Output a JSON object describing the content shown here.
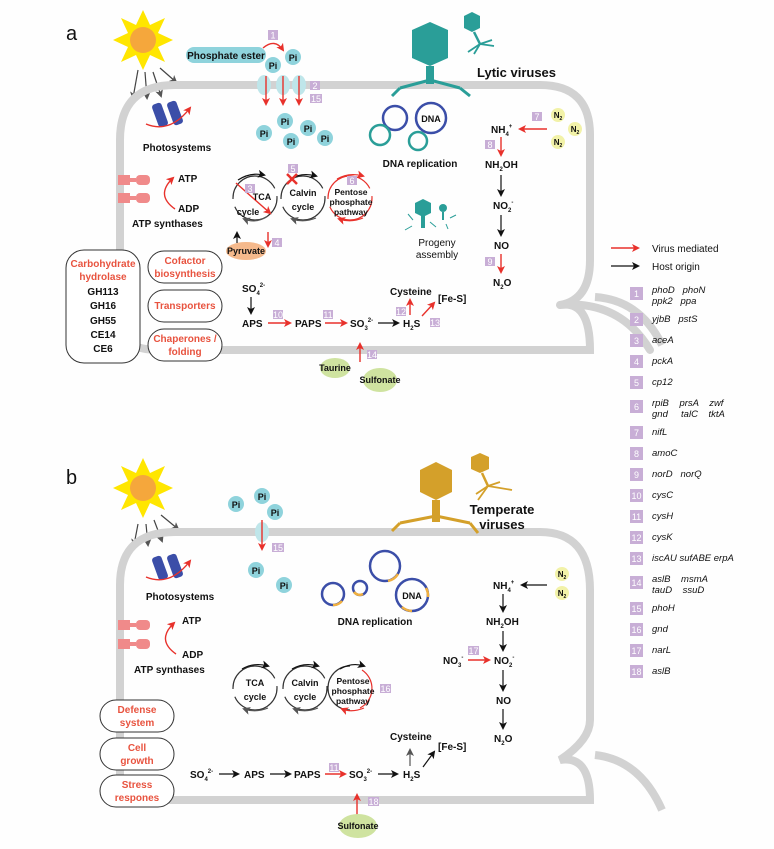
{
  "colors": {
    "virus_arrow": "#e8312b",
    "host_arrow": "#111111",
    "badge": "#c8aed6",
    "membrane": "#d2d2d2",
    "lytic_virus": "#2a9e98",
    "temperate_virus": "#d4a02a",
    "pi": "#8fd3dc",
    "n2": "#f2f2a8",
    "sulfonate": "#cfe3a0",
    "pyruvate": "#f5b98c",
    "red_text": "#e8533f",
    "photosystem": "#3b4ea8",
    "atp_synthase": "#f08a8a"
  },
  "panel_a": {
    "label": "a",
    "virus_label": "Lytic viruses",
    "phosphate_ester": "Phosphate ester",
    "pi": "Pi",
    "photosystems": "Photosystems",
    "atp": "ATP",
    "adp": "ADP",
    "atp_synthases": "ATP synthases",
    "tca_1": "TCA",
    "tca_2": "cycle",
    "calvin_1": "Calvin",
    "calvin_2": "cycle",
    "ppp_1": "Pentose",
    "ppp_2": "phosphate",
    "ppp_3": "pathway",
    "pyruvate": "Pyruvate",
    "dna": "DNA",
    "dna_replication": "DNA replication",
    "progeny_1": "Progeny",
    "progeny_2": "assembly",
    "carb_box": {
      "title_1": "Carbohydrate",
      "title_2": "hydrolase",
      "items": [
        "GH113",
        "GH16",
        "GH55",
        "CE14",
        "CE6"
      ]
    },
    "pills": [
      {
        "l1": "Cofactor",
        "l2": "biosynthesis"
      },
      {
        "l1": "Transporters",
        "l2": ""
      },
      {
        "l1": "Chaperones /",
        "l2": "folding"
      }
    ],
    "nitrogen": {
      "n2": "N",
      "n2_sub": "2",
      "nh4": "NH",
      "nh4_sub": "4",
      "nh4_sup": "+",
      "nh2oh_a": "NH",
      "nh2oh_sub": "2",
      "nh2oh_b": "OH",
      "no2": "NO",
      "no2_sub": "2",
      "no2_sup": "-",
      "no": "NO",
      "n2o_a": "N",
      "n2o_sub": "2",
      "n2o_b": "O"
    },
    "sulfur": {
      "so4": "SO",
      "so4_sub": "4",
      "so4_sup": "2-",
      "aps": "APS",
      "paps": "PAPS",
      "so3": "SO",
      "so3_sub": "3",
      "so3_sup": "2-",
      "h2s_a": "H",
      "h2s_sub": "2",
      "h2s_b": "S",
      "cysteine": "Cysteine",
      "fes": "[Fe-S]",
      "taurine": "Taurine",
      "sulfonate": "Sulfonate"
    },
    "badges": {
      "b1": "1",
      "b2": "2",
      "b15": "15",
      "b3": "3",
      "b4": "4",
      "b5": "5",
      "b6": "6",
      "b7": "7",
      "b8": "8",
      "b9": "9",
      "b10": "10",
      "b11": "11",
      "b12": "12",
      "b13": "13",
      "b14": "14"
    }
  },
  "panel_b": {
    "label": "b",
    "virus_label_1": "Temperate",
    "virus_label_2": "viruses",
    "pi": "Pi",
    "photosystems": "Photosystems",
    "atp": "ATP",
    "adp": "ADP",
    "atp_synthases": "ATP synthases",
    "tca_1": "TCA",
    "tca_2": "cycle",
    "calvin_1": "Calvin",
    "calvin_2": "cycle",
    "ppp_1": "Pentose",
    "ppp_2": "phosphate",
    "ppp_3": "pathway",
    "dna": "DNA",
    "dna_replication": "DNA replication",
    "pills": [
      {
        "l1": "Defense",
        "l2": "system"
      },
      {
        "l1": "Cell",
        "l2": "growth"
      },
      {
        "l1": "Stress",
        "l2": "respones"
      }
    ],
    "nitrogen": {
      "n2": "N",
      "n2_sub": "2",
      "nh4": "NH",
      "nh4_sub": "4",
      "nh4_sup": "+",
      "nh2oh_a": "NH",
      "nh2oh_sub": "2",
      "nh2oh_b": "OH",
      "no3": "NO",
      "no3_sub": "3",
      "no3_sup": "-",
      "no2": "NO",
      "no2_sub": "2",
      "no2_sup": "-",
      "no": "NO",
      "n2o_a": "N",
      "n2o_sub": "2",
      "n2o_b": "O"
    },
    "sulfur": {
      "so4": "SO",
      "so4_sub": "4",
      "so4_sup": "2-",
      "aps": "APS",
      "paps": "PAPS",
      "so3": "SO",
      "so3_sub": "3",
      "so3_sup": "2-",
      "h2s_a": "H",
      "h2s_sub": "2",
      "h2s_b": "S",
      "cysteine": "Cysteine",
      "fes": "[Fe-S]",
      "sulfonate": "Sulfonate"
    },
    "badges": {
      "b15": "15",
      "b16": "16",
      "b17": "17",
      "b11": "11",
      "b18": "18"
    }
  },
  "legend": {
    "virus_mediated": "Virus mediated",
    "host_origin": "Host origin",
    "entries": [
      {
        "num": "1",
        "line1": "phoD   phoN",
        "line2": "ppk2   ppa"
      },
      {
        "num": "2",
        "line1": "yjbB   pstS",
        "line2": ""
      },
      {
        "num": "3",
        "line1": "aceA",
        "line2": ""
      },
      {
        "num": "4",
        "line1": "pckA",
        "line2": ""
      },
      {
        "num": "5",
        "line1": "cp12",
        "line2": ""
      },
      {
        "num": "6",
        "line1": "rpiB    prsA    zwf",
        "line2": "gnd     talC    tktA"
      },
      {
        "num": "7",
        "line1": "nifL",
        "line2": ""
      },
      {
        "num": "8",
        "line1": "amoC",
        "line2": ""
      },
      {
        "num": "9",
        "line1": "norD   norQ",
        "line2": ""
      },
      {
        "num": "10",
        "line1": "cysC",
        "line2": ""
      },
      {
        "num": "11",
        "line1": "cysH",
        "line2": ""
      },
      {
        "num": "12",
        "line1": "cysK",
        "line2": ""
      },
      {
        "num": "13",
        "line1": "iscAU sufABE erpA",
        "line2": ""
      },
      {
        "num": "14",
        "line1": "aslB    msmA",
        "line2": "tauD    ssuD"
      },
      {
        "num": "15",
        "line1": "phoH",
        "line2": ""
      },
      {
        "num": "16",
        "line1": "gnd",
        "line2": ""
      },
      {
        "num": "17",
        "line1": "narL",
        "line2": ""
      },
      {
        "num": "18",
        "line1": "aslB",
        "line2": ""
      }
    ]
  }
}
